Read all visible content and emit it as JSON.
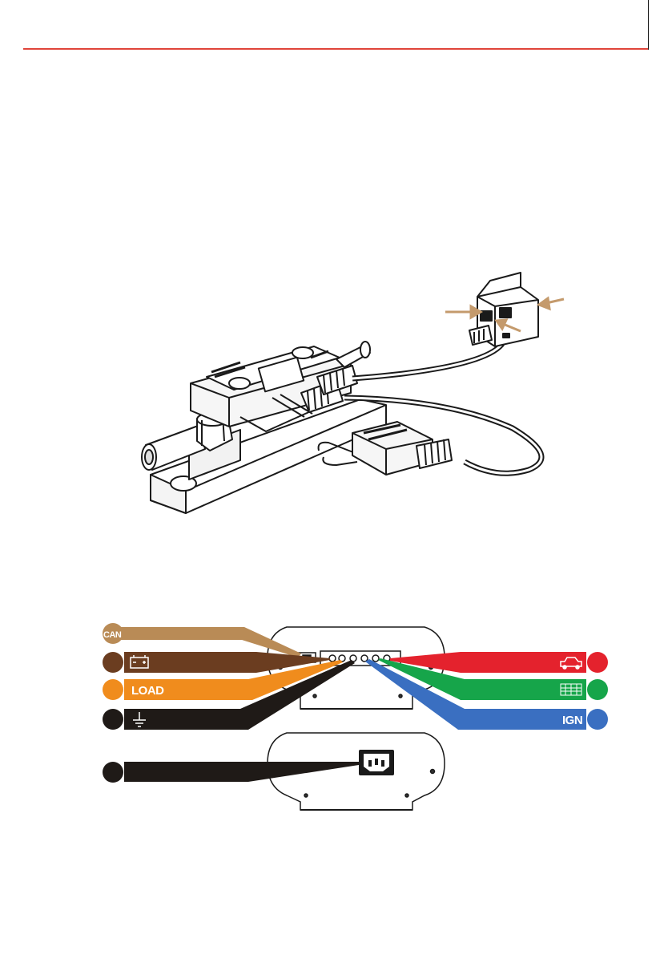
{
  "colors": {
    "header_rule": "#e0453b",
    "can": "#b98b56",
    "battery": "#6b3d20",
    "load": "#f08c1d",
    "ground": "#1f1a17",
    "power_in": "#1f1a17",
    "vehicle": "#e4222d",
    "solar": "#16a54a",
    "ignition": "#3a6fc1"
  },
  "wiring": {
    "left_labels": {
      "can": "CAN",
      "load": "LOAD"
    },
    "right_labels": {
      "ignition": "IGN"
    },
    "icons": [
      "battery-icon",
      "ground-icon",
      "car-icon",
      "solar-panel-icon",
      "power-socket-icon"
    ]
  }
}
